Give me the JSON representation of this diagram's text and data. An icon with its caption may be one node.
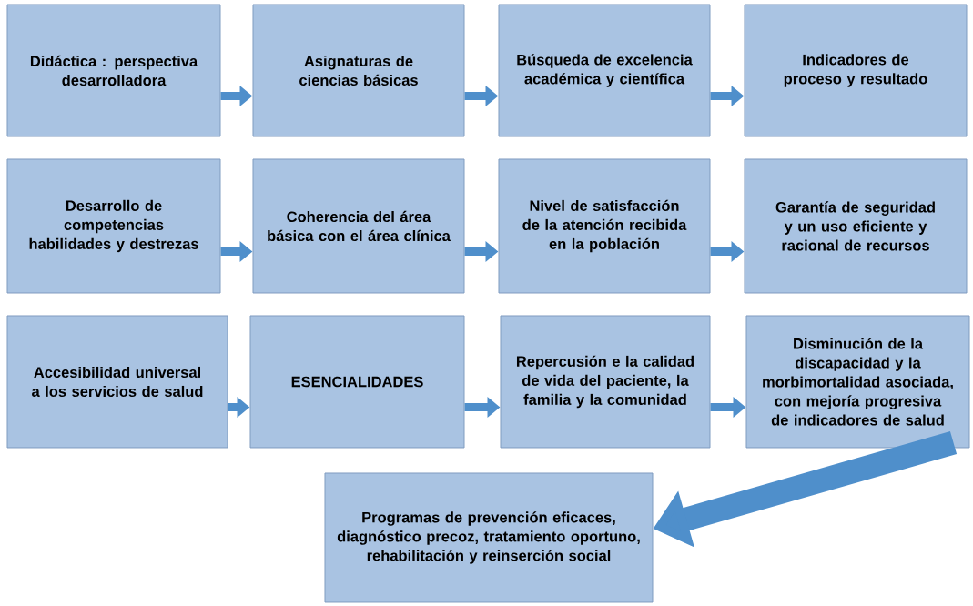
{
  "diagram": {
    "nodes": [
      {
        "text": [
          "Didáctica : perspectiva desarrolladora"
        ]
      },
      {
        "text": [
          "Asignaturas de ciencias básicas"
        ]
      },
      {
        "text": [
          "Búsqueda de excelencia académica y científica"
        ]
      },
      {
        "text": [
          "Indicadores de proceso y resultado"
        ]
      },
      {
        "text": [
          "Desarrollo de competencias habilidades y destrezas"
        ]
      },
      {
        "text": [
          "Coherencia del área básica con el área clínica"
        ]
      },
      {
        "text": [
          "Nivel de satisfacción de la atención recibida en la población"
        ]
      },
      {
        "text": [
          "Garantía de seguridad y un uso eficiente y racional de recursos"
        ]
      },
      {
        "text": [
          "Accesibilidad universal a los servicios de salud"
        ]
      },
      {
        "text": [
          "ESENCIALIDADES"
        ]
      },
      {
        "text": [
          "Repercusión e la calidad de vida del paciente, la familia y la comunidad"
        ]
      },
      {
        "text": [
          "Disminución de la discapacidad y la morbimortalidad asociada, con mejoría progresiva de indicadores de salud"
        ]
      },
      {
        "text": [
          "Programas de prevención eficaces, diagnóstico precoz, tratamiento oportuno, rehabilitación y reinserción social"
        ]
      }
    ],
    "edges": [
      {
        "from": 0,
        "to": 1,
        "arrow": "to"
      },
      {
        "from": 1,
        "to": 2,
        "arrow": "to"
      },
      {
        "from": 2,
        "to": 3,
        "arrow": "to"
      },
      {
        "from": 4,
        "to": 5,
        "arrow": "to"
      },
      {
        "from": 5,
        "to": 6,
        "arrow": "to"
      },
      {
        "from": 6,
        "to": 7,
        "arrow": "to"
      },
      {
        "from": 8,
        "to": 9,
        "arrow": "to"
      },
      {
        "from": 9,
        "to": 10,
        "arrow": "to"
      },
      {
        "from": 10,
        "to": 11,
        "arrow": "to"
      },
      {
        "from": 11,
        "to": 12,
        "arrow": "to",
        "style": "thick"
      }
    ]
  }
}
